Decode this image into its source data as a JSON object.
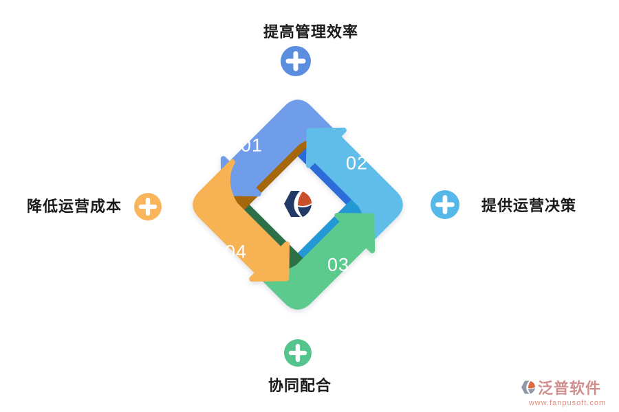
{
  "cycle": {
    "steps": [
      {
        "number": "01",
        "label": "提高管理效率",
        "position": "top",
        "arrow_light": "#6F9DEA",
        "arrow_dark": "#2B6CD9",
        "plus_color": "#5B8EDF"
      },
      {
        "number": "02",
        "label": "提供运营决策",
        "position": "right",
        "arrow_light": "#60BDE9",
        "arrow_dark": "#2398D5",
        "plus_color": "#55B8E8"
      },
      {
        "number": "03",
        "label": "协同配合",
        "position": "bottom",
        "arrow_light": "#5CC98D",
        "arrow_dark": "#2D6F47",
        "plus_color": "#55C58D"
      },
      {
        "number": "04",
        "label": "降低运营成本",
        "position": "left",
        "arrow_light": "#F7B254",
        "arrow_dark": "#A5670B",
        "plus_color": "#F8B55C"
      }
    ]
  },
  "center_logo": {
    "name": "fanpu-hexagon-logo",
    "navy": "#243A66",
    "orange": "#C9502B"
  },
  "watermark": {
    "brand": "泛普软件",
    "url": "www.fanpusoft.com",
    "brand_color": "#D08F8F",
    "url_color": "#E08E79",
    "glyph_gray": "#9199A8",
    "glyph_orange": "#D96A44"
  }
}
